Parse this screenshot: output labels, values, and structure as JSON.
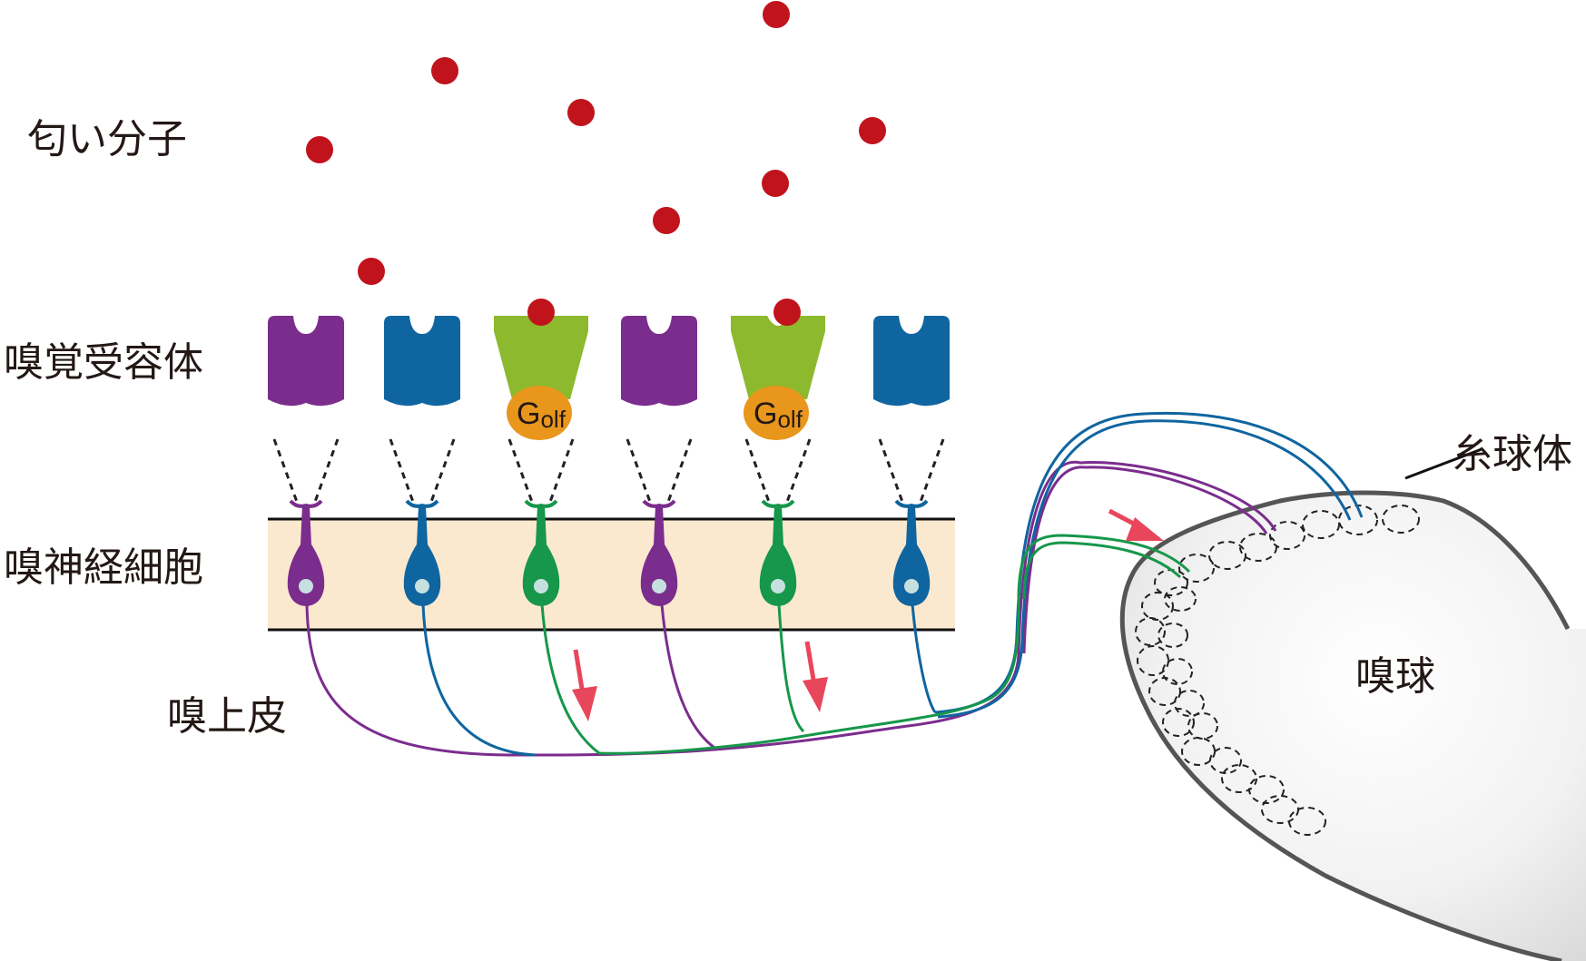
{
  "labels": {
    "odor_molecules": "匂い分子",
    "receptors": "嗅覚受容体",
    "neurons": "嗅神経細胞",
    "epithelium": "嗅上皮",
    "glomeruli": "糸球体",
    "bulb": "嗅球"
  },
  "golf": {
    "main": "G",
    "sub": "olf"
  },
  "colors": {
    "purple": "#7b2d8e",
    "blue": "#0f65a0",
    "green": "#16974a",
    "lime": "#8cb92d",
    "orange": "#e8961c",
    "molecule": "#c1131c",
    "arrow": "#e8465a",
    "epithelium": "#fbe9cf",
    "bulb_outline": "#555555"
  },
  "receptors": [
    {
      "type": "purple",
      "bound": false,
      "golf": false
    },
    {
      "type": "blue",
      "bound": false,
      "golf": false
    },
    {
      "type": "green",
      "bound": true,
      "golf": true
    },
    {
      "type": "purple",
      "bound": false,
      "golf": false
    },
    {
      "type": "green",
      "bound": true,
      "golf": true
    },
    {
      "type": "blue",
      "bound": false,
      "golf": false
    }
  ]
}
